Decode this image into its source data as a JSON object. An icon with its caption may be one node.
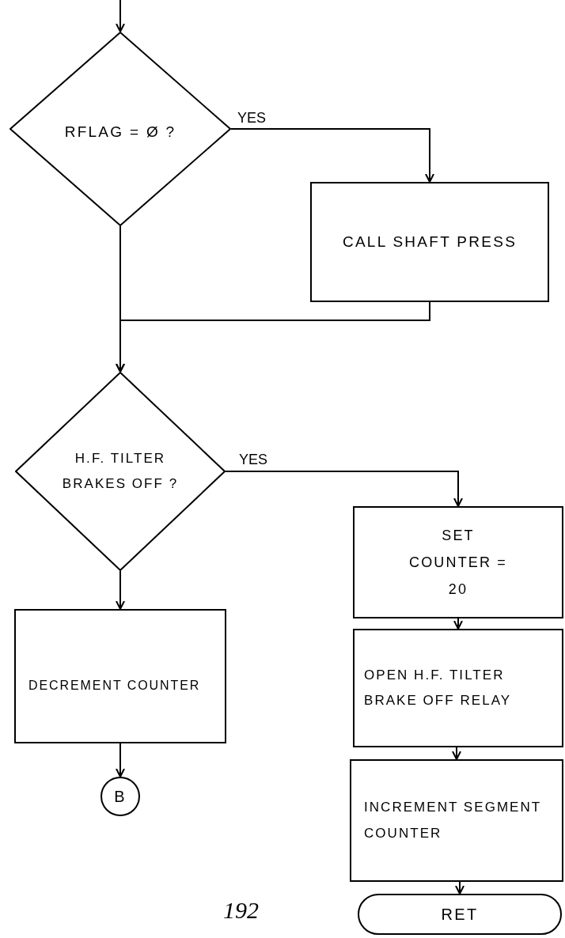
{
  "diagram": {
    "nodes": [
      {
        "text": [
          "RFLAG = Ø ?"
        ]
      },
      {
        "text": [
          "CALL SHAFT PRESS"
        ]
      },
      {
        "text": [
          "H.F. TILTER BRAKES OFF ?"
        ]
      },
      {
        "text": [
          "DECREMENT COUNTER"
        ]
      },
      {
        "text": [
          "B"
        ]
      },
      {
        "text": [
          "SET COUNTER = 20"
        ]
      },
      {
        "text": [
          "OPEN H.F. TILTER BRAKE OFF RELAY"
        ]
      },
      {
        "text": [
          "INCREMENT SEGMENT COUNTER"
        ]
      },
      {
        "text": [
          "RET"
        ]
      }
    ],
    "edges": [
      {
        "from": null,
        "to": 0,
        "arrow": "to"
      },
      {
        "from": 0,
        "to": 1,
        "arrow": "to",
        "label": "YES"
      },
      {
        "from": 0,
        "to": 2,
        "arrow": "to"
      },
      {
        "from": 1,
        "to": 2,
        "arrow": "to"
      },
      {
        "from": 2,
        "to": 5,
        "arrow": "to",
        "label": "YES"
      },
      {
        "from": 2,
        "to": 3,
        "arrow": "to"
      },
      {
        "from": 3,
        "to": 4,
        "arrow": "to"
      },
      {
        "from": 5,
        "to": 6,
        "arrow": "to"
      },
      {
        "from": 6,
        "to": 7,
        "arrow": "to"
      },
      {
        "from": 7,
        "to": 8,
        "arrow": "to"
      }
    ],
    "labels": [
      "192"
    ]
  }
}
